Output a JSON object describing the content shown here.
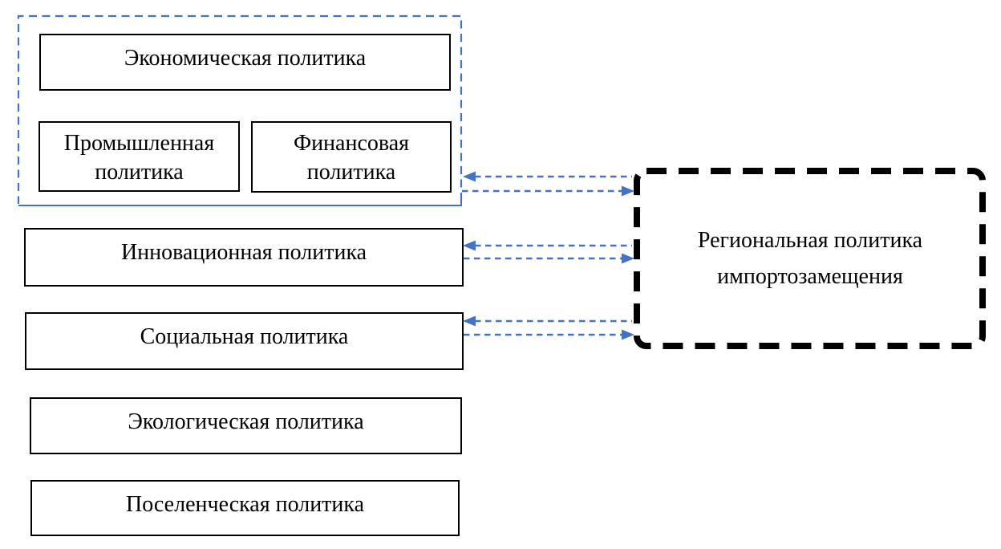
{
  "diagram": {
    "left_boxes": [
      {
        "label": "Экономическая политика"
      },
      {
        "label": "Промышленная политика"
      },
      {
        "label": "Финансовая политика"
      },
      {
        "label": "Инновационная политика"
      },
      {
        "label": "Социальная политика"
      },
      {
        "label": "Экологическая политика"
      },
      {
        "label": "Поселенческая политика"
      }
    ],
    "cluster": {
      "contains": "Экономическая политика, Промышленная политика, Финансовая политика"
    },
    "target_box": {
      "label": "Региональная политика импортозамещения"
    },
    "connections": [
      {
        "from": "Экономическая политика (блок)",
        "to": "Региональная политика импортозамещения",
        "type": "bidirectional-dashed"
      },
      {
        "from": "Инновационная политика",
        "to": "Региональная политика импортозамещения",
        "type": "bidirectional-dashed"
      },
      {
        "from": "Социальная политика",
        "to": "Региональная политика импортозамещения",
        "type": "bidirectional-dashed"
      }
    ],
    "colors": {
      "accent_blue": "#4472C4",
      "border_black": "#000000",
      "background": "#ffffff"
    }
  }
}
